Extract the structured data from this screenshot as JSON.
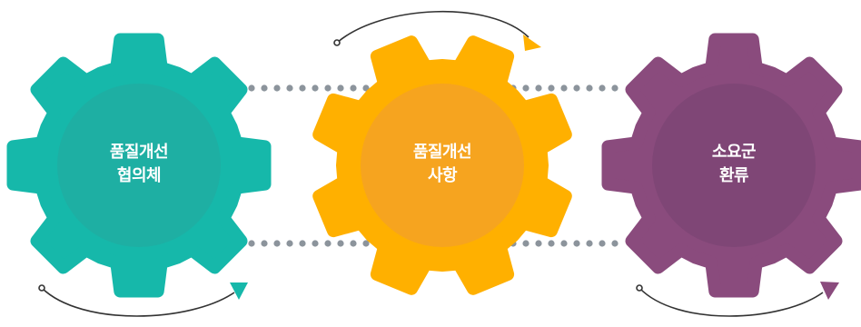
{
  "gears": [
    {
      "id": "quality-council",
      "lines": [
        "품질개선",
        "협의체"
      ],
      "color": "#16b8aa",
      "inner_color": "#1eafa3"
    },
    {
      "id": "quality-items",
      "lines": [
        "품질개선",
        "사항"
      ],
      "color": "#ffb000",
      "inner_color": "#f6a41f"
    },
    {
      "id": "consumer-feedback",
      "lines": [
        "소요군",
        "환류"
      ],
      "color": "#8a4b7d",
      "inner_color": "#7f4676"
    }
  ],
  "connector_color": "#8c949c",
  "arrow_line_color": "#333333"
}
